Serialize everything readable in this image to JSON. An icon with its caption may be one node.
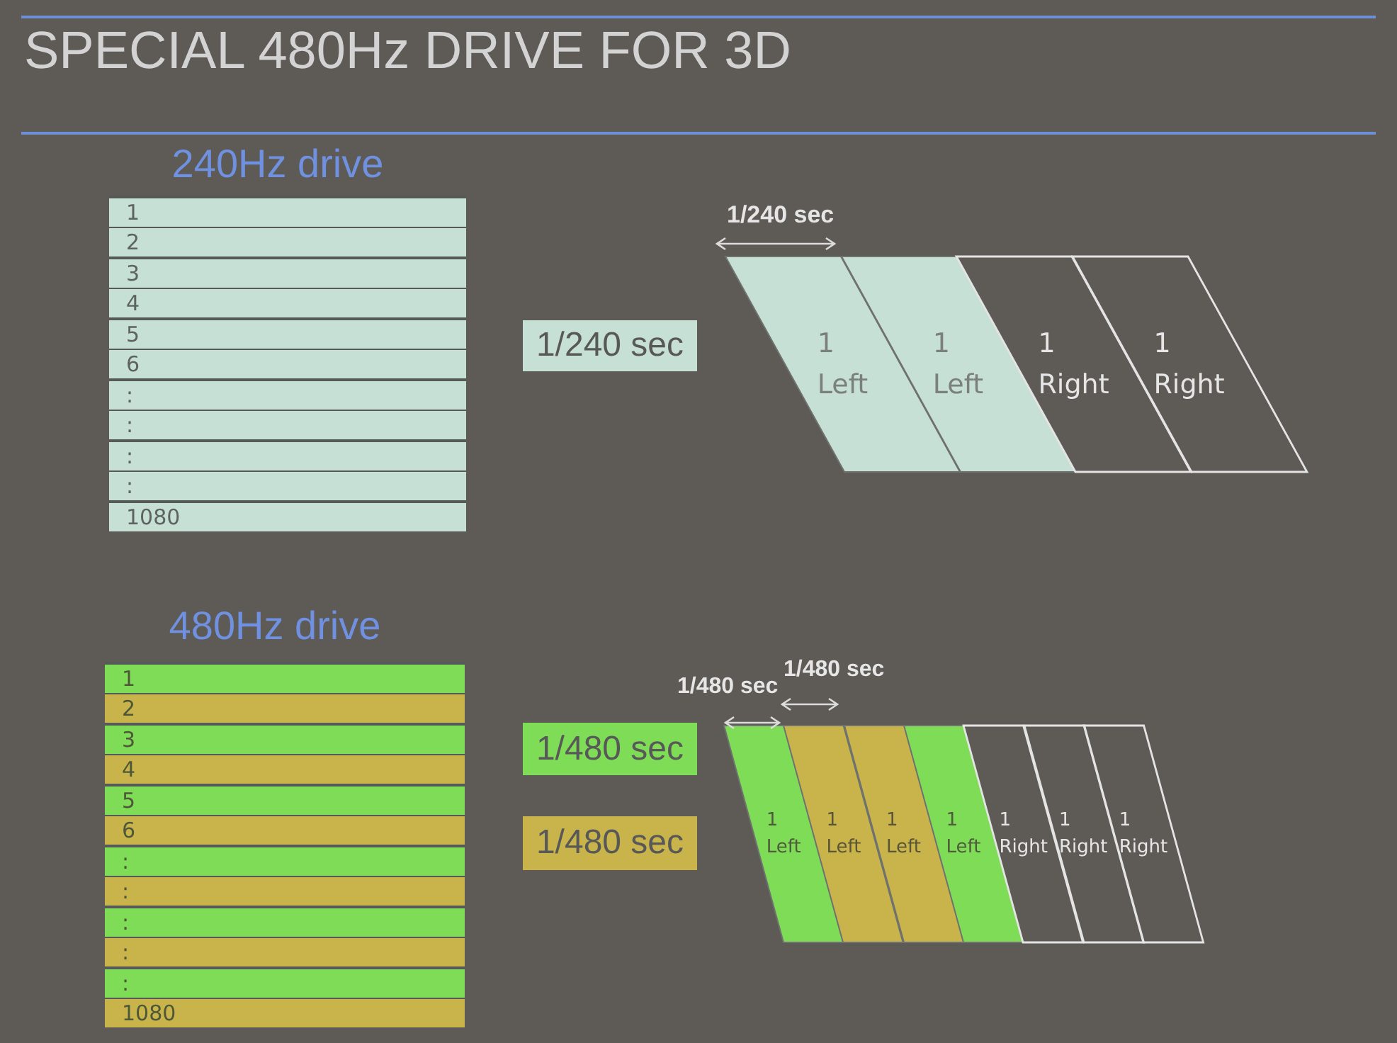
{
  "diagram": {
    "title": "SPECIAL 480Hz DRIVE FOR 3D",
    "nodes": [
      {
        "text": [
          "240Hz drive"
        ]
      },
      {
        "text": [
          "1"
        ],
        "in": 0
      },
      {
        "text": [
          "2"
        ],
        "in": 0
      },
      {
        "text": [
          "3"
        ],
        "in": 0
      },
      {
        "text": [
          "4"
        ],
        "in": 0
      },
      {
        "text": [
          "5"
        ],
        "in": 0
      },
      {
        "text": [
          "6"
        ],
        "in": 0
      },
      {
        "text": [
          ":"
        ],
        "in": 0
      },
      {
        "text": [
          ":"
        ],
        "in": 0
      },
      {
        "text": [
          ":"
        ],
        "in": 0
      },
      {
        "text": [
          ":"
        ],
        "in": 0
      },
      {
        "text": [
          "1080"
        ],
        "in": 0
      },
      {
        "text": [
          "1 Left"
        ]
      },
      {
        "text": [
          "1 Left"
        ]
      },
      {
        "text": [
          "1 Right"
        ]
      },
      {
        "text": [
          "1 Right"
        ]
      },
      {
        "text": [
          "480Hz drive"
        ]
      },
      {
        "text": [
          "1"
        ],
        "in": 16
      },
      {
        "text": [
          "2"
        ],
        "in": 16
      },
      {
        "text": [
          "3"
        ],
        "in": 16
      },
      {
        "text": [
          "4"
        ],
        "in": 16
      },
      {
        "text": [
          "5"
        ],
        "in": 16
      },
      {
        "text": [
          "6"
        ],
        "in": 16
      },
      {
        "text": [
          ":"
        ],
        "in": 16
      },
      {
        "text": [
          ":"
        ],
        "in": 16
      },
      {
        "text": [
          ":"
        ],
        "in": 16
      },
      {
        "text": [
          ":"
        ],
        "in": 16
      },
      {
        "text": [
          ":"
        ],
        "in": 16
      },
      {
        "text": [
          "1080"
        ],
        "in": 16
      },
      {
        "text": [
          "1 Left"
        ]
      },
      {
        "text": [
          "1 Left"
        ]
      },
      {
        "text": [
          "1 Left"
        ]
      },
      {
        "text": [
          "1 Left"
        ]
      },
      {
        "text": [
          "1 Right"
        ]
      },
      {
        "text": [
          "1 Right"
        ]
      },
      {
        "text": [
          "1 Right"
        ]
      }
    ],
    "labels": [
      "1/240 sec",
      "1/480 sec",
      "1/480 sec"
    ],
    "legend": [
      {
        "text": "1/240 sec",
        "color": "#c7e0d5"
      },
      {
        "text": "1/480 sec",
        "color": "#7fdc56"
      },
      {
        "text": "1/480 sec",
        "color": "#c8b44a"
      }
    ]
  }
}
